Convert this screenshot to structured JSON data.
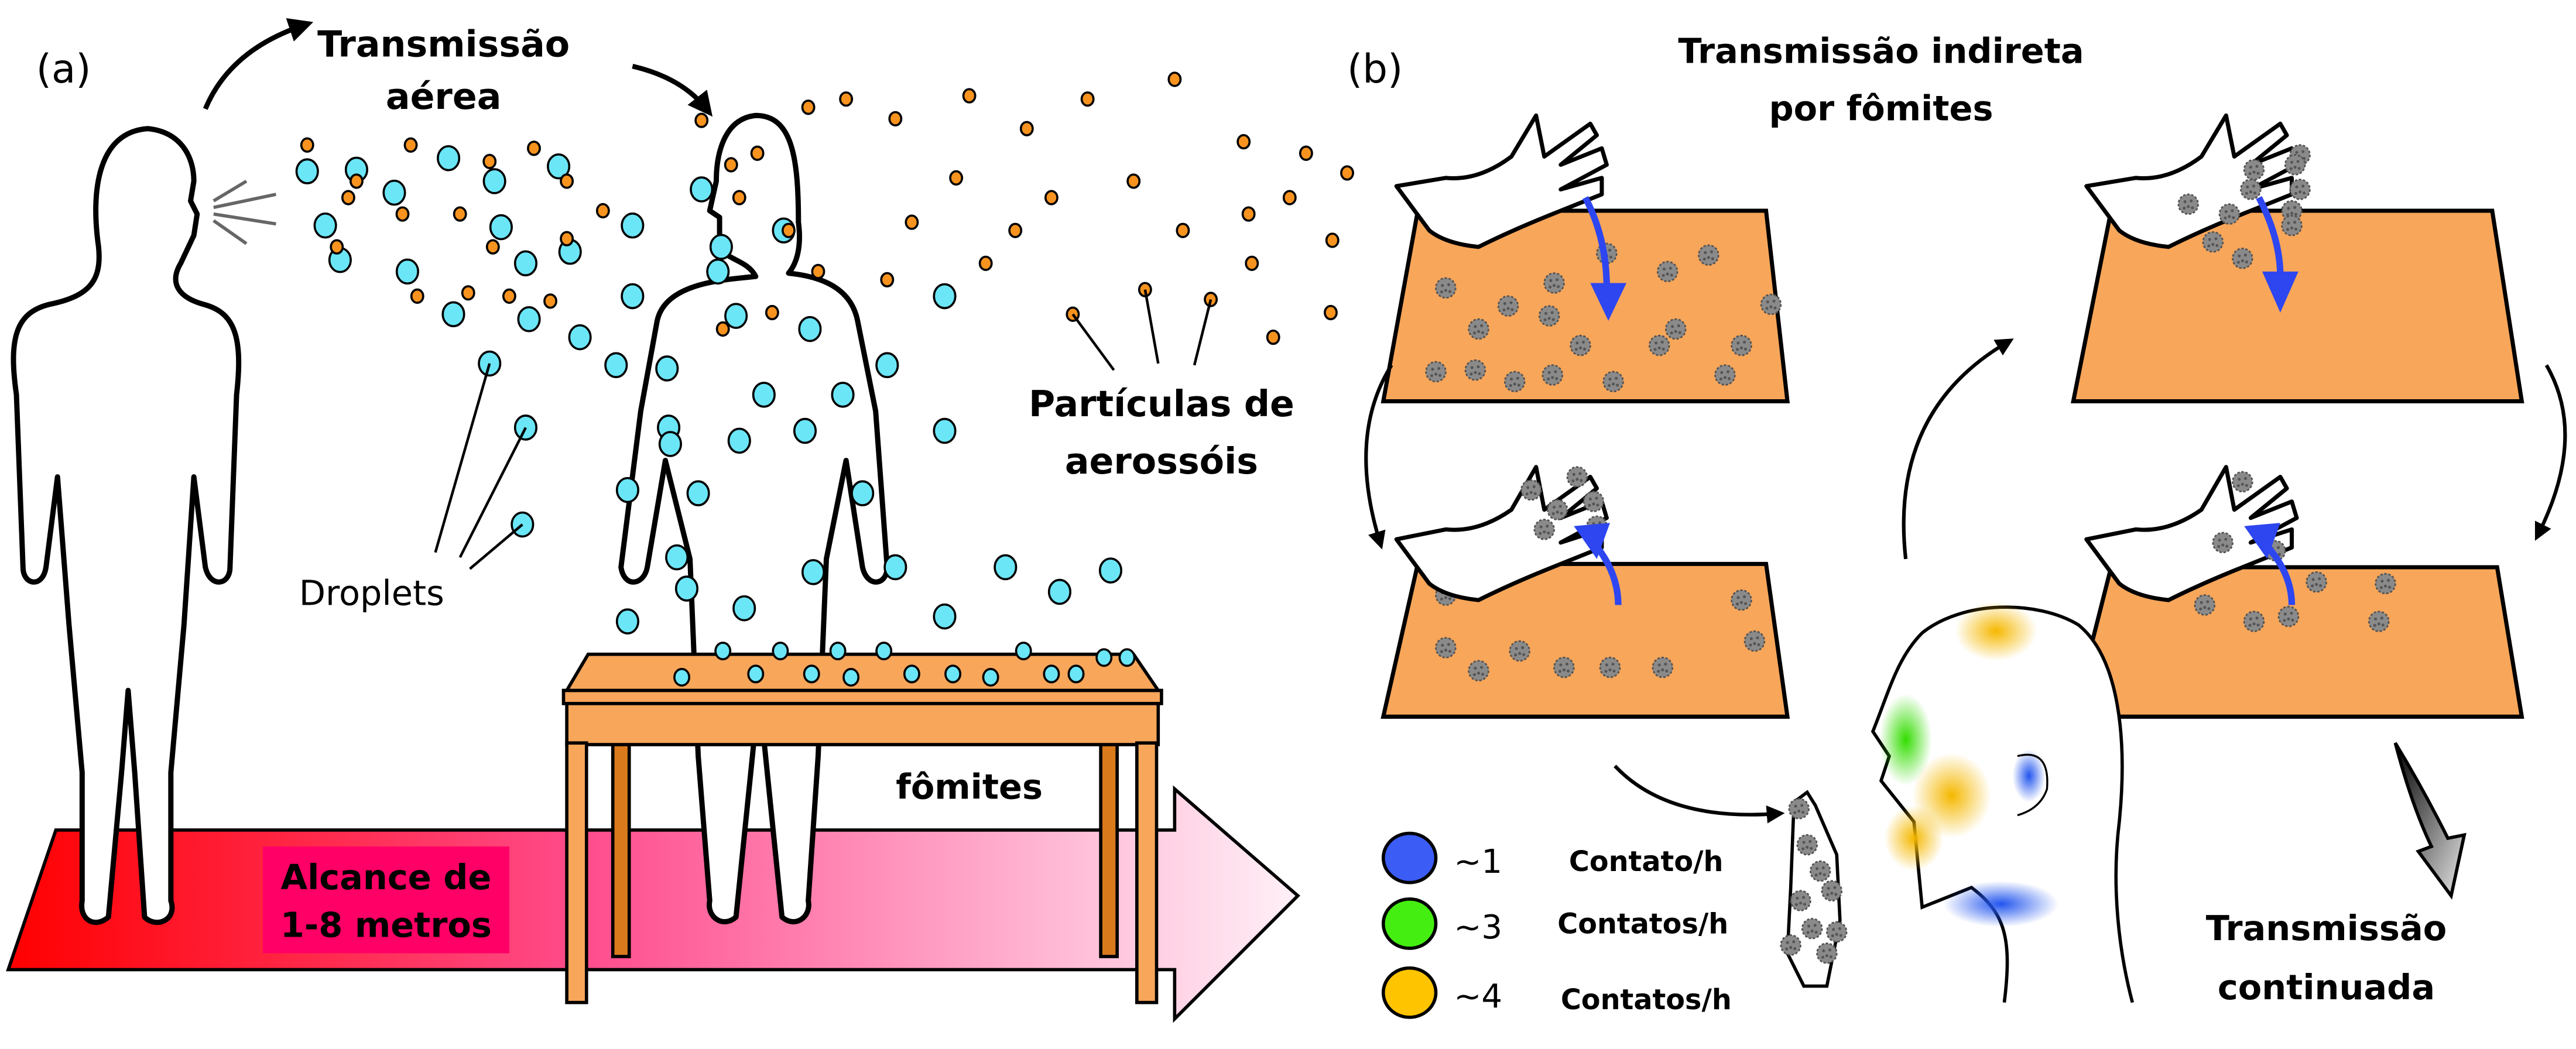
{
  "panel_a": {
    "label": "(a)",
    "title_line1": "Transmissão",
    "title_line2": "aérea",
    "droplets_label": "Droplets",
    "aerosol_label_line1": "Partículas de",
    "aerosol_label_line2": "aerossóis",
    "fomites_label": "fômites",
    "range_line1": "Alcance de",
    "range_line2": "1-8 metros"
  },
  "panel_b": {
    "label": "(b)",
    "title_line1": "Transmissão indireta",
    "title_line2": "por fômites",
    "outcome_line1": "Transmissão",
    "outcome_line2": "continuada",
    "legend": [
      {
        "value": "~1",
        "text": "Contato/h",
        "color": "#3b5cf5"
      },
      {
        "value": "~3",
        "text": "Contatos/h",
        "color": "#44ee11"
      },
      {
        "value": "~4",
        "text": "Contatos/h",
        "color": "#ffc400"
      }
    ]
  },
  "colors": {
    "droplet": "#6be6f7",
    "aerosol": "#f7931e",
    "surface": "#f7a65a",
    "table": "#f7a65a",
    "arrow_blue": "#2d46f0",
    "range_box": "#ff0066",
    "virus": "#888888"
  }
}
